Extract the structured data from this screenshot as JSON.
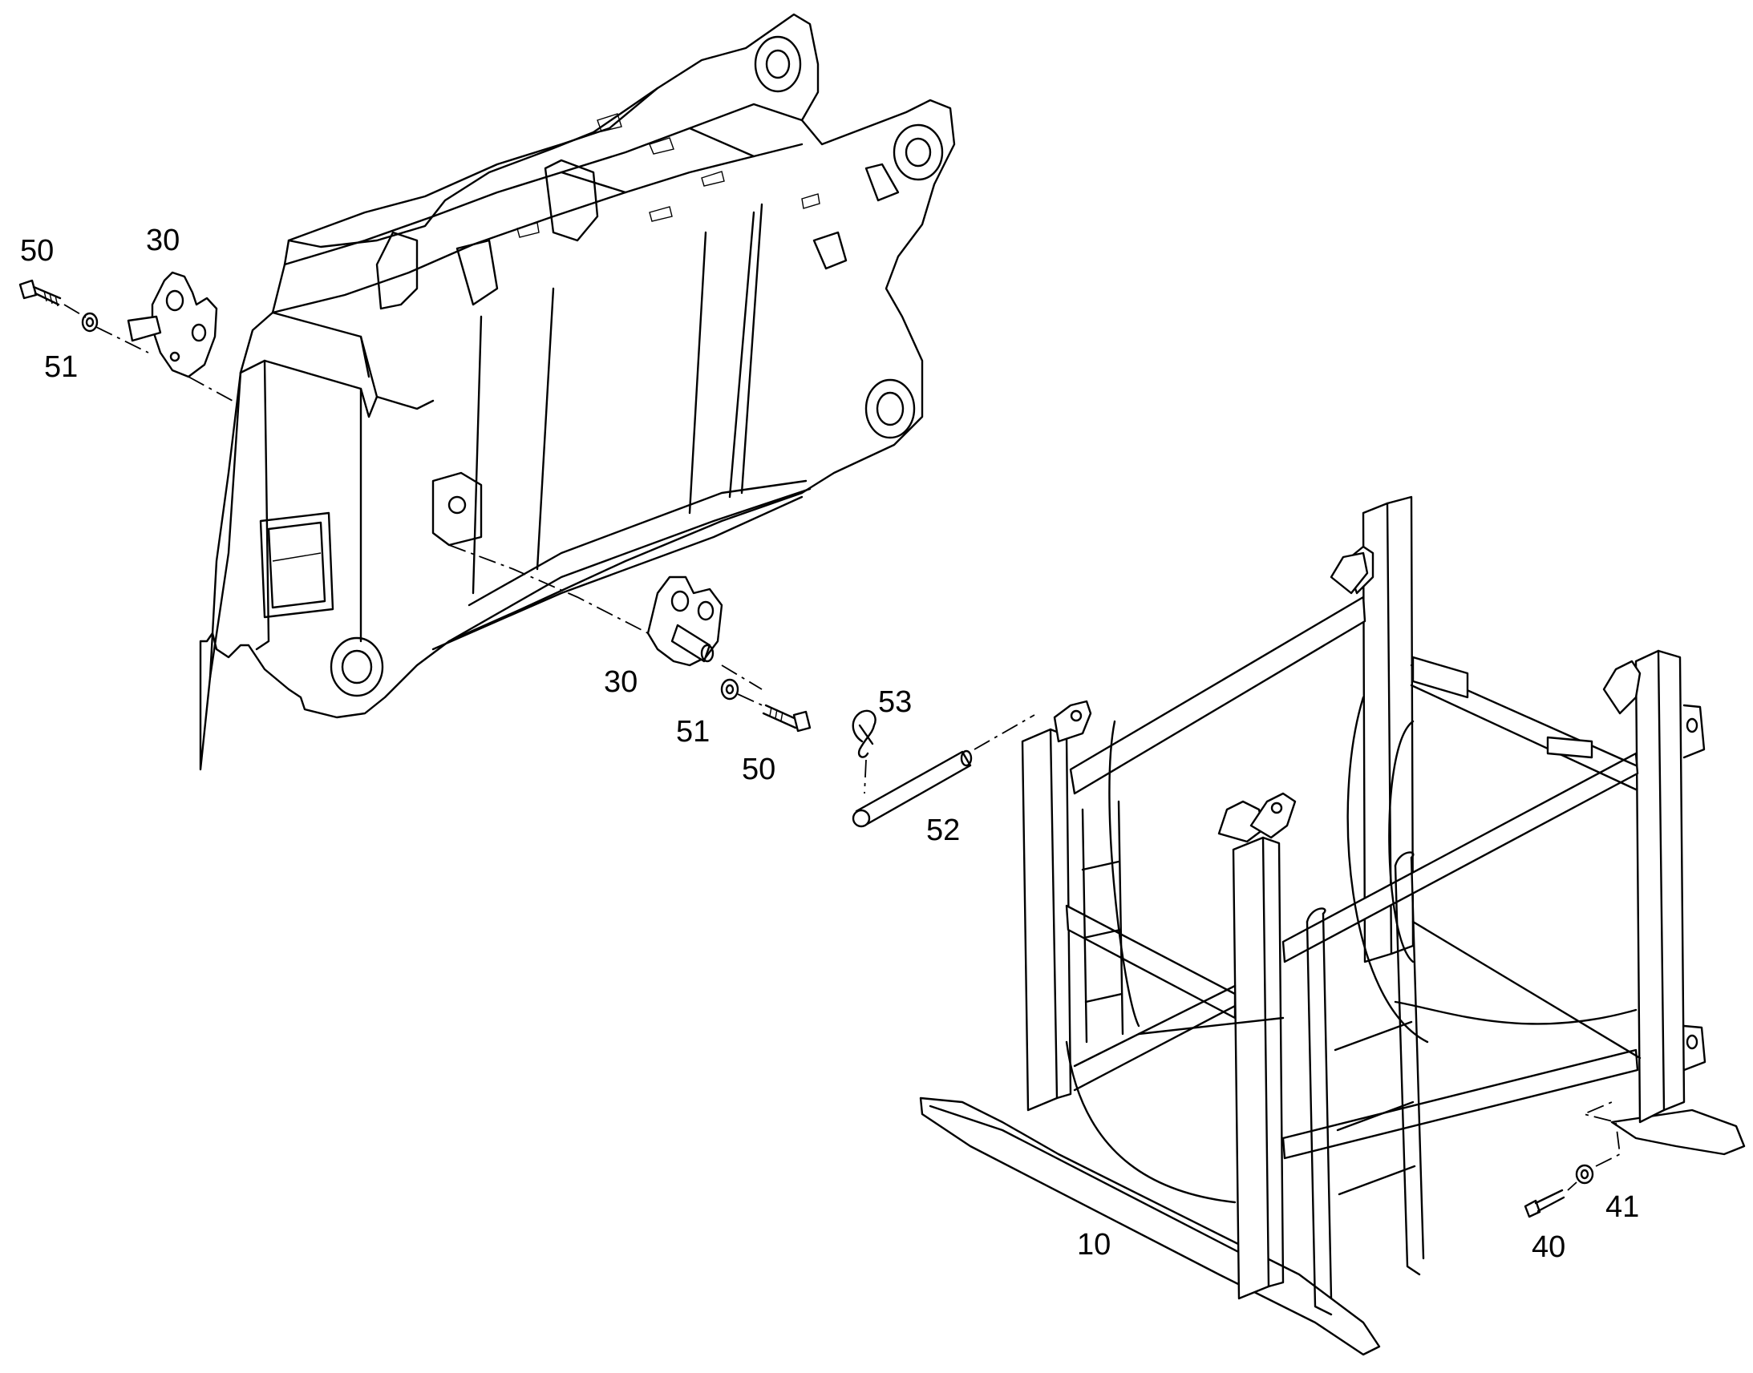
{
  "callouts": {
    "c50_top": "50",
    "c30_top": "30",
    "c51_top": "51",
    "c30_mid": "30",
    "c51_mid": "51",
    "c50_mid": "50",
    "c53": "53",
    "c52": "52",
    "c10": "10",
    "c41": "41",
    "c40": "40"
  }
}
